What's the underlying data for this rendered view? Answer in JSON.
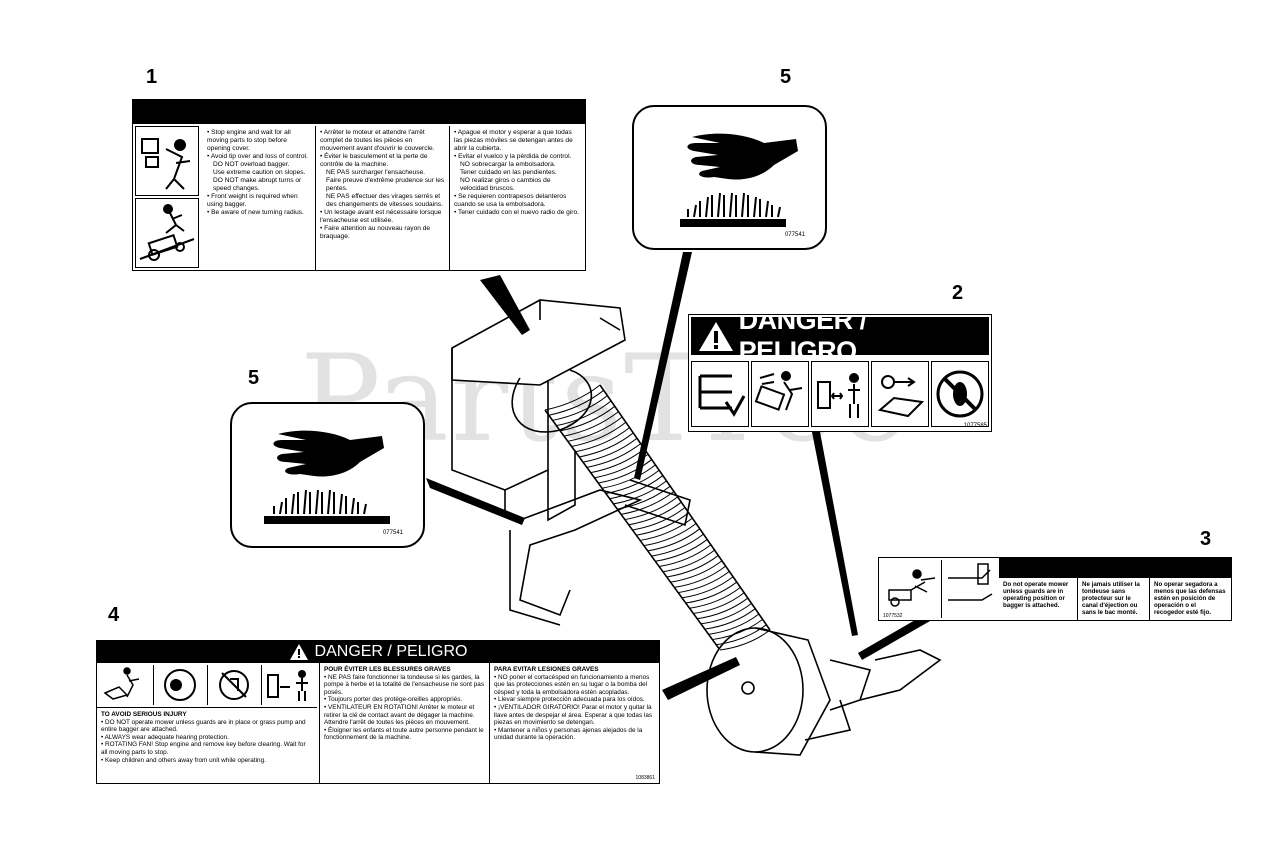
{
  "watermark": "PartsTree",
  "callouts": {
    "c1": "1",
    "c2": "2",
    "c3": "3",
    "c4": "4",
    "c5a": "5",
    "c5b": "5"
  },
  "hand_label": {
    "code": "077541"
  },
  "label1": {
    "col_en": [
      "• Stop engine and wait for all moving parts to stop before opening cover.",
      "• Avoid tip over and loss of control.",
      "DO NOT overload bagger.",
      "Use extreme caution on slopes.",
      "DO NOT make abrupt turns or speed changes.",
      "• Front weight is required when using bagger.",
      "• Be aware of new turning radius."
    ],
    "col_fr": [
      "• Arrêter le moteur et attendre l'arrêt complet de toutes les pièces en mouvement avant d'ouvrir le couvercle.",
      "• Éviter le basculement et la perte de contrôle de la machine.",
      "NE PAS surcharger l'ensacheuse.",
      "Faire preuve d'extrême prudence sur les pentes.",
      "NE PAS effectuer des virages serrés et des changements de vitesses soudains.",
      "• Un lestage avant est nécessaire lorsque l'ensacheuse est utilisée.",
      "• Faire attention au nouveau rayon de braquage."
    ],
    "col_es": [
      "• Apague el motor y esperar a que todas las piezas móviles se detengan antes de abrir la cubierta.",
      "• Evitar el vuelco y la pérdida de control.",
      "NO sobrecargar la embolsadora.",
      "Tener cuidado en las pendientes.",
      "NO realizar giros o cambios de velocidad bruscos.",
      "• Se requieren contrapesos delanteros cuando se usa la embolsadora.",
      "• Tener cuidado con el nuevo radio de giro."
    ]
  },
  "label2": {
    "title": "DANGER / PELIGRO",
    "code": "1077585"
  },
  "label3": {
    "col_en": "Do not operate mower unless guards are in operating position or bagger is attached.",
    "col_fr": "Ne jamais utiliser la tondeuse sans protecteur sur le canal d'éjection ou sans le bac monté.",
    "col_es": "No operar segadora a menos que las defensas estén en posición de operación o el recogedor esté fijo.",
    "code": "1077532"
  },
  "label4": {
    "title": "DANGER / PELIGRO",
    "en_head": "TO AVOID SERIOUS INJURY",
    "en_lines": [
      "• DO NOT operate mower unless guards are in place or grass pump and entire bagger are attached.",
      "• ALWAYS wear adequate hearing protection.",
      "• ROTATING FAN! Stop engine and remove key before clearing. Wait for all moving parts to stop.",
      "• Keep children and others away from unit while operating."
    ],
    "fr_head": "POUR ÉVITER LES BLESSURES GRAVES",
    "fr_lines": [
      "• NE PAS faire fonctionner la tondeuse si les gardes, la pompe à herbe et la totalité de l'ensacheuse ne sont pas posés.",
      "• Toujours porter des protège-oreilles appropriés.",
      "• VENTILATEUR EN ROTATION! Arrêter le moteur et retirer la clé de contact avant de dégager la machine. Attendre l'arrêt de toutes les pièces en mouvement.",
      "• Éloigner les enfants et toute autre personne pendant le fonctionnement de la machine."
    ],
    "es_head": "PARA EVITAR LESIONES GRAVES",
    "es_lines": [
      "• NO poner el cortacésped en funcionamiento a menos que las protecciones estén en su lugar o la bomba del césped y toda la embolsadora estén acopladas.",
      "• Llevar siempre protección adecuada para los oídos.",
      "• ¡VENTILADOR GIRATORIO! Parar el motor y quitar la llave antes de despejar el área. Esperar a que todas las piezas en movimiento se detengan.",
      "• Mantener a niños y personas ajenas alejados de la unidad durante la operación."
    ],
    "code": "1083861"
  },
  "colors": {
    "ink": "#000000",
    "paper": "#ffffff"
  }
}
